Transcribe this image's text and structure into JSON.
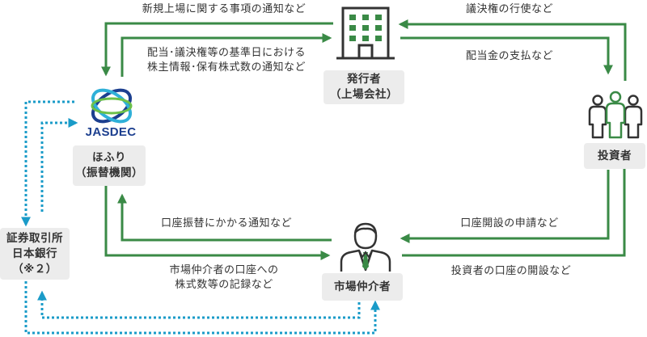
{
  "nodes": {
    "issuer": {
      "line1": "発行者",
      "line2": "（上場会社）"
    },
    "hofuri": {
      "line1": "ほふり",
      "line2": "（振替機関）",
      "logo_text": "JASDEC"
    },
    "investor": {
      "line1": "投資者"
    },
    "intermediary": {
      "line1": "市場仲介者"
    },
    "clearing": {
      "line1": "証券取引所",
      "line2": "日本銀行",
      "line3": "（※２）"
    }
  },
  "flows": {
    "issuer_to_hofuri": "新規上場に関する事項の通知など",
    "hofuri_to_issuer_1": "配当･議決権等の基準日における",
    "hofuri_to_issuer_2": "株主情報･保有株式数の通知など",
    "investor_to_issuer": "議決権の行使など",
    "issuer_to_investor": "配当金の支払など",
    "intermediary_to_hofuri": "口座振替にかかる通知など",
    "hofuri_to_intermediary_1": "市場仲介者の口座への",
    "hofuri_to_intermediary_2": "株式数等の記録など",
    "investor_to_intermediary": "口座開設の申請など",
    "intermediary_to_investor": "投資者の口座の開設など"
  },
  "colors": {
    "arrow": "#3a8a46",
    "dotted": "#1a9bc8",
    "box": "#ececec",
    "text": "#333333"
  }
}
